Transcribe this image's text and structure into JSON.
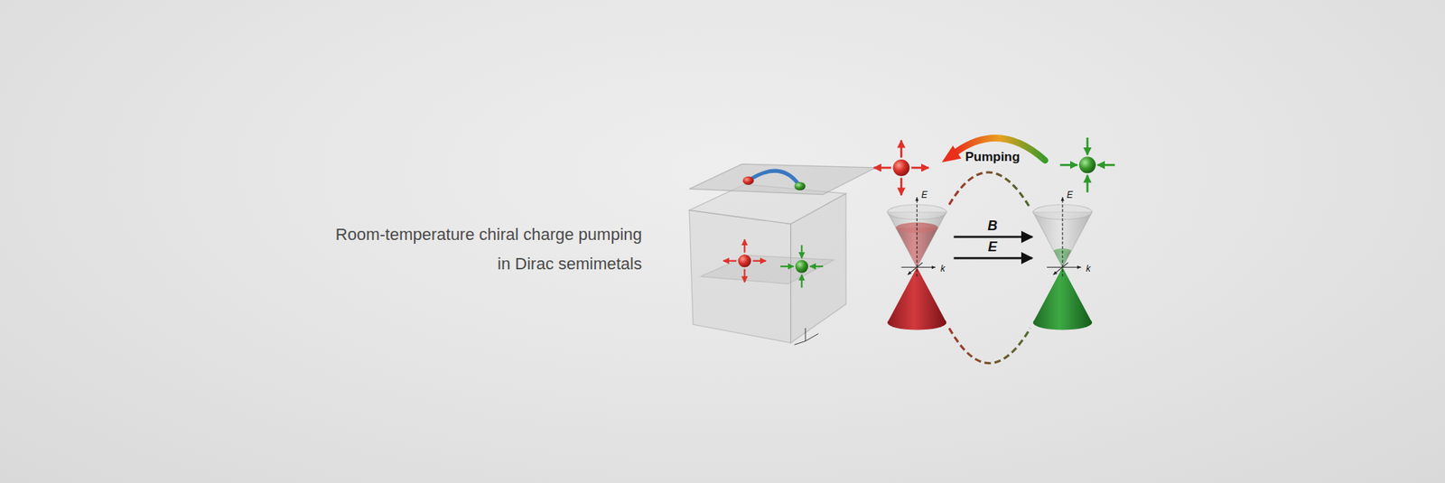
{
  "diagram": {
    "title": "Room-temperature chiral charge pumping in Dirac semimetals",
    "labels": [
      "Pumping",
      "E",
      "k",
      "B",
      "E",
      "E",
      "k"
    ]
  }
}
